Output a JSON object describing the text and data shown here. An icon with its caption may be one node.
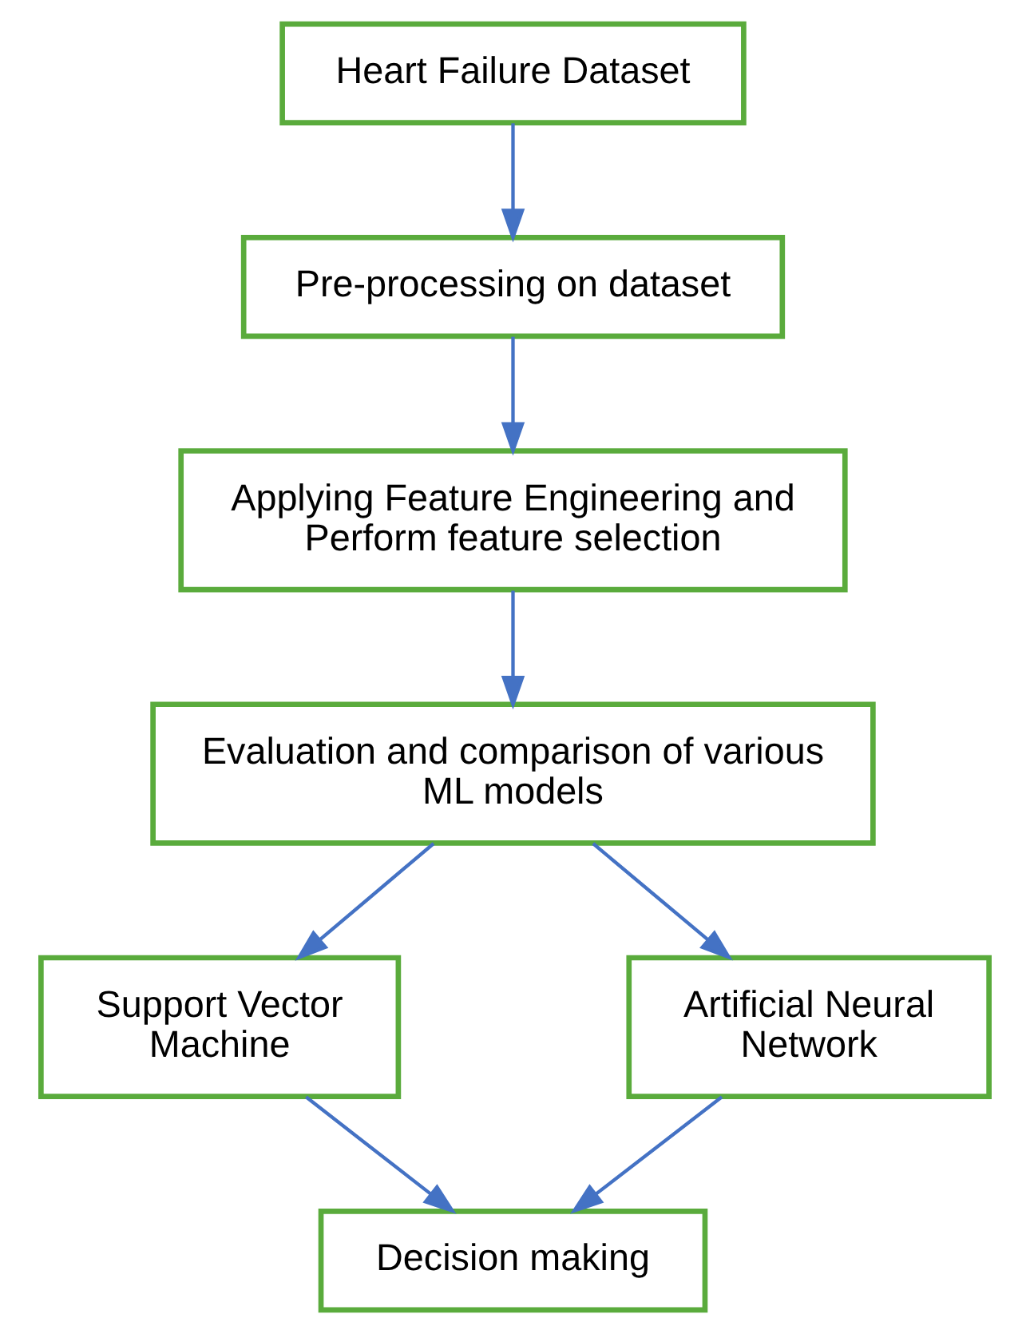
{
  "diagram": {
    "nodes": [
      {
        "text": [
          "Heart Failure Dataset"
        ]
      },
      {
        "text": [
          "Pre-processing on dataset"
        ]
      },
      {
        "text": [
          "Applying Feature Engineering and Perform feature selection"
        ]
      },
      {
        "text": [
          "Evaluation and comparison of various ML models"
        ]
      },
      {
        "text": [
          "Support Vector Machine"
        ]
      },
      {
        "text": [
          "Artificial Neural Network"
        ]
      },
      {
        "text": [
          "Decision making"
        ]
      }
    ],
    "edges": [
      {
        "from": 0,
        "to": 1,
        "arrow": "to"
      },
      {
        "from": 1,
        "to": 2,
        "arrow": "to"
      },
      {
        "from": 2,
        "to": 3,
        "arrow": "to"
      },
      {
        "from": 3,
        "to": 4,
        "arrow": "to"
      },
      {
        "from": 3,
        "to": 5,
        "arrow": "to"
      },
      {
        "from": 4,
        "to": 6,
        "arrow": "to"
      },
      {
        "from": 5,
        "to": 6,
        "arrow": "to"
      }
    ]
  }
}
